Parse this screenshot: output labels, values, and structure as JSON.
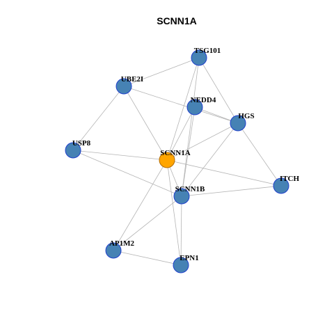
{
  "title": "SCNN1A",
  "colors": {
    "default_node_fill": "#4682b4",
    "default_node_stroke": "#1f3fcc",
    "center_node_fill": "#ffa500",
    "center_node_stroke": "#b36b00",
    "edge": "#b4b4b4"
  },
  "nodes": [
    {
      "id": "TSG101",
      "label": "TSG101",
      "center": false
    },
    {
      "id": "UBE2I",
      "label": "UBE2I",
      "center": false
    },
    {
      "id": "NEDD4",
      "label": "NEDD4",
      "center": false
    },
    {
      "id": "HGS",
      "label": "HGS",
      "center": false
    },
    {
      "id": "USP8",
      "label": "USP8",
      "center": false
    },
    {
      "id": "SCNN1A",
      "label": "SCNN1A",
      "center": true
    },
    {
      "id": "ITCH",
      "label": "ITCH",
      "center": false
    },
    {
      "id": "SCNN1B",
      "label": "SCNN1B",
      "center": false
    },
    {
      "id": "AP1M2",
      "label": "AP1M2",
      "center": false
    },
    {
      "id": "EPN1",
      "label": "EPN1",
      "center": false
    }
  ],
  "edges": [
    [
      "TSG101",
      "UBE2I"
    ],
    [
      "TSG101",
      "HGS"
    ],
    [
      "TSG101",
      "SCNN1A"
    ],
    [
      "TSG101",
      "SCNN1B"
    ],
    [
      "UBE2I",
      "USP8"
    ],
    [
      "UBE2I",
      "SCNN1A"
    ],
    [
      "UBE2I",
      "HGS"
    ],
    [
      "NEDD4",
      "HGS"
    ],
    [
      "NEDD4",
      "SCNN1A"
    ],
    [
      "NEDD4",
      "SCNN1B"
    ],
    [
      "HGS",
      "SCNN1A"
    ],
    [
      "HGS",
      "SCNN1B"
    ],
    [
      "HGS",
      "ITCH"
    ],
    [
      "USP8",
      "SCNN1A"
    ],
    [
      "USP8",
      "SCNN1B"
    ],
    [
      "SCNN1A",
      "ITCH"
    ],
    [
      "SCNN1A",
      "SCNN1B"
    ],
    [
      "SCNN1A",
      "AP1M2"
    ],
    [
      "SCNN1A",
      "EPN1"
    ],
    [
      "SCNN1B",
      "ITCH"
    ],
    [
      "SCNN1B",
      "AP1M2"
    ],
    [
      "SCNN1B",
      "EPN1"
    ],
    [
      "AP1M2",
      "EPN1"
    ]
  ]
}
